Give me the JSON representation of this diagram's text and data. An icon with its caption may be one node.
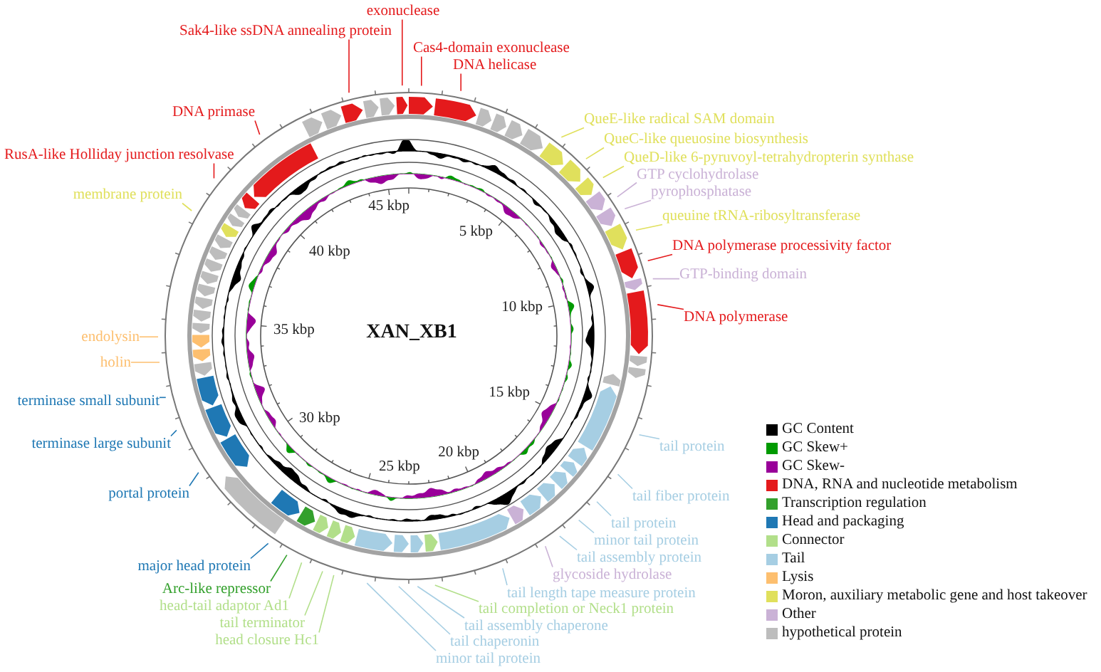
{
  "diagram": {
    "title": "XAN_XB1",
    "nodes": [
      {
        "text": [
          "exonuclease"
        ]
      },
      {
        "text": [
          "Sak4-like ssDNA annealing protein"
        ]
      },
      {
        "text": [
          "Cas4-domain exonuclease"
        ]
      },
      {
        "text": [
          "DNA helicase"
        ]
      },
      {
        "text": [
          "DNA primase"
        ]
      },
      {
        "text": [
          "QueE-like radical SAM domain"
        ]
      },
      {
        "text": [
          "QueC-like queuosine biosynthesis"
        ]
      },
      {
        "text": [
          "RusA-like Holliday junction resolvase"
        ]
      },
      {
        "text": [
          "QueD-like 6-pyruvoyl-tetrahydropterin synthase"
        ]
      },
      {
        "text": [
          "GTP cyclohydrolase"
        ]
      },
      {
        "text": [
          "pyrophosphatase"
        ]
      },
      {
        "text": [
          "membrane protein"
        ]
      },
      {
        "text": [
          "queuine tRNA-ribosyltransferase"
        ]
      },
      {
        "text": [
          "DNA polymerase processivity factor"
        ]
      },
      {
        "text": [
          "GTP-binding domain"
        ]
      },
      {
        "text": [
          "DNA polymerase"
        ]
      },
      {
        "text": [
          "endolysin"
        ]
      },
      {
        "text": [
          "holin"
        ]
      },
      {
        "text": [
          "terminase small subunit"
        ]
      },
      {
        "text": [
          "terminase large subunit"
        ]
      },
      {
        "text": [
          "tail protein"
        ]
      },
      {
        "text": [
          "portal protein"
        ]
      },
      {
        "text": [
          "tail fiber protein"
        ]
      },
      {
        "text": [
          "tail protein"
        ]
      },
      {
        "text": [
          "minor tail protein"
        ]
      },
      {
        "text": [
          "tail assembly protein"
        ]
      },
      {
        "text": [
          "major head protein"
        ]
      },
      {
        "text": [
          "glycoside hydrolase"
        ]
      },
      {
        "text": [
          "Arc-like repressor"
        ]
      },
      {
        "text": [
          "tail length tape measure protein"
        ]
      },
      {
        "text": [
          "head-tail adaptor Ad1"
        ]
      },
      {
        "text": [
          "tail completion or Neck1 protein"
        ]
      },
      {
        "text": [
          "tail terminator"
        ]
      },
      {
        "text": [
          "tail assembly chaperone"
        ]
      },
      {
        "text": [
          "head closure Hc1"
        ]
      },
      {
        "text": [
          "tail chaperonin"
        ]
      },
      {
        "text": [
          "minor tail protein"
        ]
      }
    ],
    "edges": [
      {
        "from": 0,
        "to": null,
        "arrow": "none",
        "color": "#e41a1c"
      },
      {
        "from": 1,
        "to": null,
        "arrow": "none",
        "color": "#e41a1c"
      },
      {
        "from": 2,
        "to": null,
        "arrow": "none",
        "color": "#e41a1c"
      },
      {
        "from": 3,
        "to": null,
        "arrow": "none",
        "color": "#e41a1c"
      },
      {
        "from": 4,
        "to": null,
        "arrow": "none",
        "color": "#e41a1c"
      },
      {
        "from": 5,
        "to": null,
        "arrow": "none",
        "color": "#e0e05c"
      },
      {
        "from": 6,
        "to": null,
        "arrow": "none",
        "color": "#e0e05c"
      },
      {
        "from": 7,
        "to": null,
        "arrow": "none",
        "color": "#e41a1c"
      },
      {
        "from": 8,
        "to": null,
        "arrow": "none",
        "color": "#e0e05c"
      },
      {
        "from": 9,
        "to": null,
        "arrow": "none",
        "color": "#cab2d6"
      },
      {
        "from": 10,
        "to": null,
        "arrow": "none",
        "color": "#cab2d6"
      },
      {
        "from": 11,
        "to": null,
        "arrow": "none",
        "color": "#e0e05c"
      },
      {
        "from": 12,
        "to": null,
        "arrow": "none",
        "color": "#e0e05c"
      },
      {
        "from": 13,
        "to": null,
        "arrow": "none",
        "color": "#e41a1c"
      },
      {
        "from": 14,
        "to": null,
        "arrow": "none",
        "color": "#cab2d6"
      },
      {
        "from": 15,
        "to": null,
        "arrow": "none",
        "color": "#e41a1c"
      },
      {
        "from": 16,
        "to": null,
        "arrow": "none",
        "color": "#fdbf6f"
      },
      {
        "from": 17,
        "to": null,
        "arrow": "none",
        "color": "#fdbf6f"
      },
      {
        "from": 18,
        "to": null,
        "arrow": "none",
        "color": "#1f78b4"
      },
      {
        "from": 19,
        "to": null,
        "arrow": "none",
        "color": "#1f78b4"
      },
      {
        "from": 20,
        "to": null,
        "arrow": "none",
        "color": "#a6cee3"
      },
      {
        "from": 21,
        "to": null,
        "arrow": "none",
        "color": "#1f78b4"
      },
      {
        "from": 22,
        "to": null,
        "arrow": "none",
        "color": "#a6cee3"
      },
      {
        "from": 23,
        "to": null,
        "arrow": "none",
        "color": "#a6cee3"
      },
      {
        "from": 24,
        "to": null,
        "arrow": "none",
        "color": "#a6cee3"
      },
      {
        "from": 25,
        "to": null,
        "arrow": "none",
        "color": "#a6cee3"
      },
      {
        "from": 26,
        "to": null,
        "arrow": "none",
        "color": "#1f78b4"
      },
      {
        "from": 27,
        "to": null,
        "arrow": "none",
        "color": "#cab2d6"
      },
      {
        "from": 28,
        "to": null,
        "arrow": "none",
        "color": "#33a02c"
      },
      {
        "from": 29,
        "to": null,
        "arrow": "none",
        "color": "#a6cee3"
      },
      {
        "from": 30,
        "to": null,
        "arrow": "none",
        "color": "#b2df8a"
      },
      {
        "from": 31,
        "to": null,
        "arrow": "none",
        "color": "#b2df8a"
      },
      {
        "from": 32,
        "to": null,
        "arrow": "none",
        "color": "#b2df8a"
      },
      {
        "from": 33,
        "to": null,
        "arrow": "none",
        "color": "#a6cee3"
      },
      {
        "from": 34,
        "to": null,
        "arrow": "none",
        "color": "#b2df8a"
      },
      {
        "from": 35,
        "to": null,
        "arrow": "none",
        "color": "#a6cee3"
      },
      {
        "from": 36,
        "to": null,
        "arrow": "none",
        "color": "#a6cee3"
      }
    ],
    "labels": [
      "45 kbp",
      "5 kbp",
      "40 kbp",
      "10 kbp",
      "35 kbp",
      "15 kbp",
      "30 kbp",
      "20 kbp",
      "25 kbp"
    ],
    "legend": [
      {
        "text": "GC Content",
        "color": "#000000"
      },
      {
        "text": "GC Skew+",
        "color": "#009a00"
      },
      {
        "text": "GC Skew-",
        "color": "#990099"
      },
      {
        "text": "DNA, RNA and nucleotide metabolism",
        "color": "#e41a1c"
      },
      {
        "text": "Transcription regulation",
        "color": "#33a02c"
      },
      {
        "text": "Head and packaging",
        "color": "#1f78b4"
      },
      {
        "text": "Connector",
        "color": "#b2df8a"
      },
      {
        "text": "Tail",
        "color": "#a6cee3"
      },
      {
        "text": "Lysis",
        "color": "#fdbf6f"
      },
      {
        "text": "Moron, auxiliary metabolic gene and host takeover",
        "color": "#e0e05c"
      },
      {
        "text": "Other",
        "color": "#cab2d6"
      },
      {
        "text": "hypothetical protein",
        "color": "#bdbdbd"
      }
    ]
  }
}
